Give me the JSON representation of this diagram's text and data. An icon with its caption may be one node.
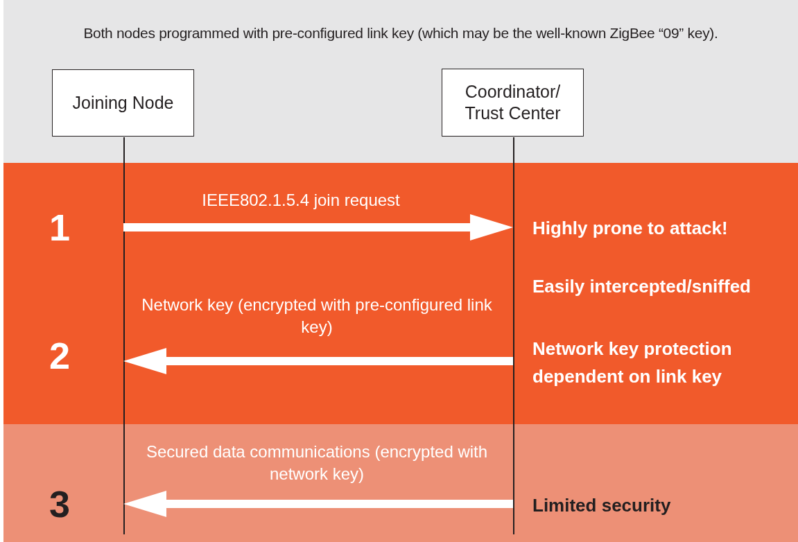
{
  "diagram": {
    "title": "Both nodes programmed with pre-configured link key (which may be the well-known ZigBee “09” key).",
    "nodes": [
      {
        "text": [
          "Joining Node"
        ]
      },
      {
        "text": [
          "Coordinator/ Trust Center"
        ]
      }
    ],
    "edges": [
      {
        "from": 0,
        "to": 1,
        "arrow": "to",
        "label": "IEEE802.1.5.4 join request"
      },
      {
        "from": 1,
        "to": 0,
        "arrow": "to",
        "label": "Network key (encrypted with pre-configured link key)"
      },
      {
        "from": 1,
        "to": 0,
        "arrow": "to",
        "label": "Secured data communications (encrypted with network key)"
      }
    ],
    "labels": [
      "1",
      "Highly prone to attack!",
      "Easily intercepted/sniffed",
      "2",
      "Network key protection dependent on link key",
      "3",
      "Limited security"
    ]
  }
}
